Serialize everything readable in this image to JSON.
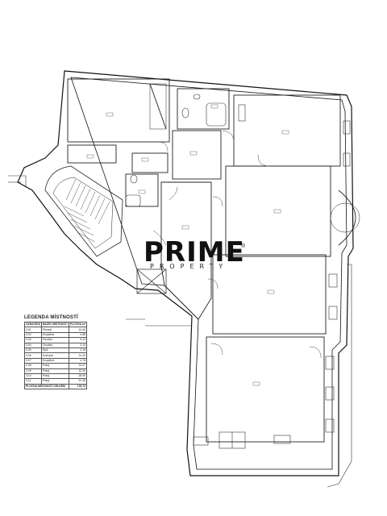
{
  "watermark": {
    "brand": "PRIME",
    "tagline": "PROPERTY",
    "registered": "®"
  },
  "legend": {
    "title": "LEGENDA MÍSTNOSTÍ",
    "headers": [
      "OZNAČENÍ",
      "NÁZEV MÍSTNOSTI",
      "PLOCHA m²"
    ],
    "rows": [
      [
        "3.01",
        "Předsíň",
        "10.46"
      ],
      [
        "3.02",
        "Koupelna",
        "4.88"
      ],
      [
        "3.03",
        "Chodba",
        "6.14"
      ],
      [
        "3.04",
        "Chodba",
        "3.10"
      ],
      [
        "3.05",
        "Spíž",
        "2.18"
      ],
      [
        "3.06",
        "Kuchyně",
        "21.20"
      ],
      [
        "3.07",
        "Koupelna",
        "4.76"
      ],
      [
        "3.08",
        "Pokoj",
        "24.07"
      ],
      [
        "3.09",
        "Pokoj",
        "32.30"
      ],
      [
        "3.10",
        "Pokoj",
        "28.90"
      ],
      [
        "3.11",
        "Pokoj",
        "21.28"
      ]
    ],
    "footer": [
      "PLOCHA MÍSTNOSTÍ CELKEM",
      "178.73"
    ]
  }
}
